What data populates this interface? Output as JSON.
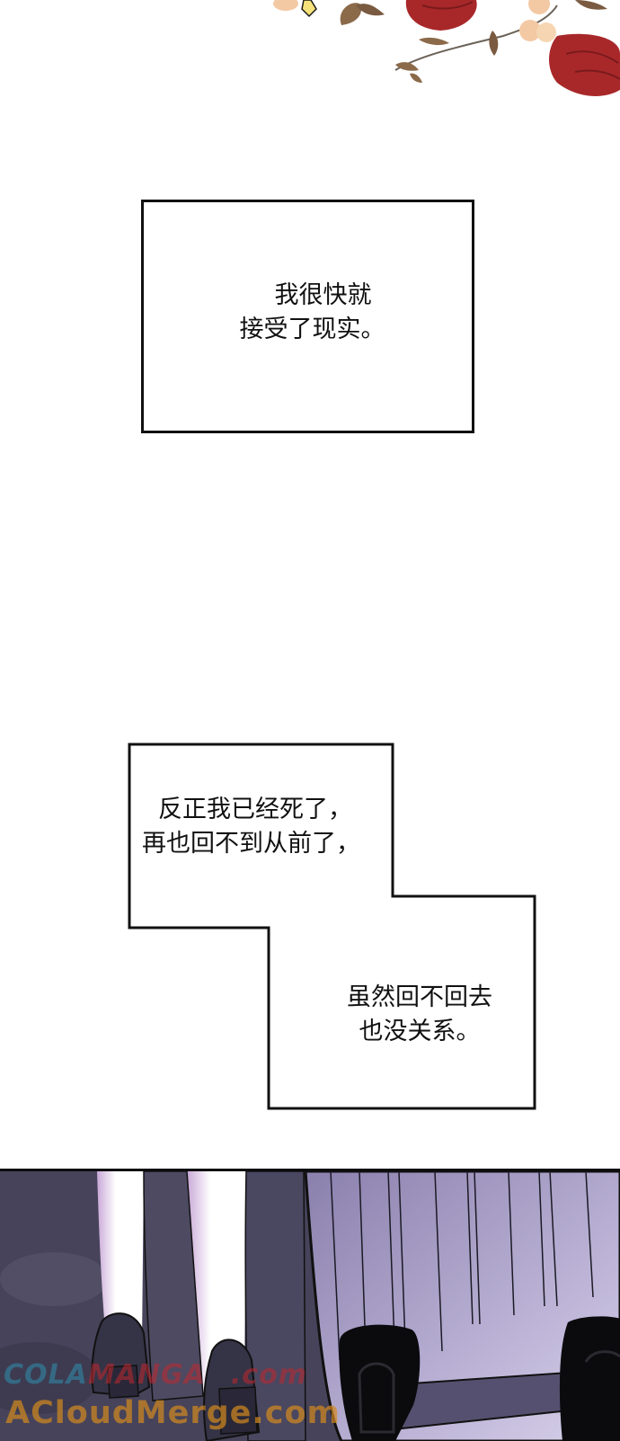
{
  "top_decoration": {
    "description": "watercolor red roses and leaves",
    "colors": {
      "rose": "#a8282a",
      "leaf": "#8b6a4a",
      "bud": "#f3c9a4"
    }
  },
  "captions": [
    {
      "lines": [
        "我很快就",
        "接受了现实。"
      ]
    },
    {
      "lines": [
        "反正我已经死了，",
        "再也回不到从前了，"
      ]
    },
    {
      "lines": [
        "虽然回不回去",
        "也没关系。"
      ]
    }
  ],
  "bottom_panel": {
    "description": "legs in dark heeled shoes beside a purple suitcase",
    "colors": {
      "floor": "#4a4760",
      "suitcase": "#8e84b0",
      "shoe": "#2e2c3a",
      "wheel": "#0a0a0c"
    }
  },
  "watermarks": {
    "line1": {
      "prefix": "COLA",
      "main": "MANGA",
      "suffix": ".com",
      "prefix_color": "#2f8fb0",
      "main_color": "#c0282e"
    },
    "line2": {
      "text": "ACloudMerge.com",
      "color": "#d48a1e"
    }
  }
}
